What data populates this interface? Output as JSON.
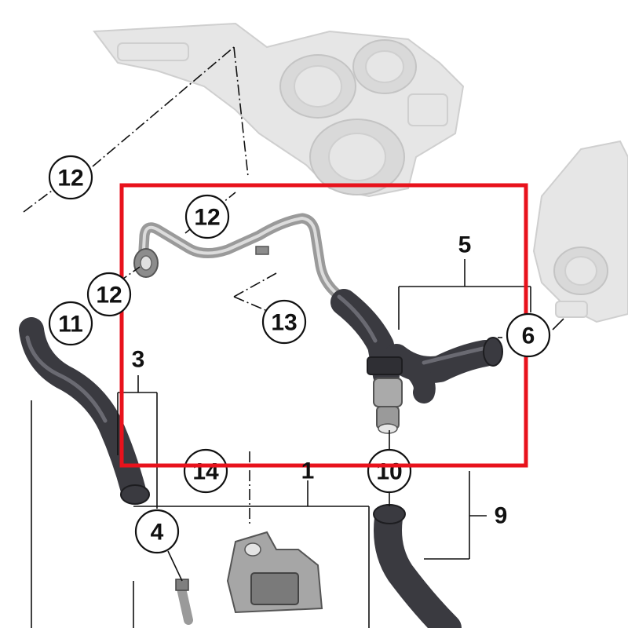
{
  "highlight": {
    "color": "#e8121c"
  },
  "callouts": {
    "c12_top_left": "12",
    "c12_inside": "12",
    "c12_left": "12",
    "c11": "11",
    "c13": "13",
    "c6": "6",
    "c4": "4",
    "c14": "14",
    "c10": "10"
  },
  "labels": {
    "l5": "5",
    "l3": "3",
    "l1": "1",
    "l9": "9"
  }
}
